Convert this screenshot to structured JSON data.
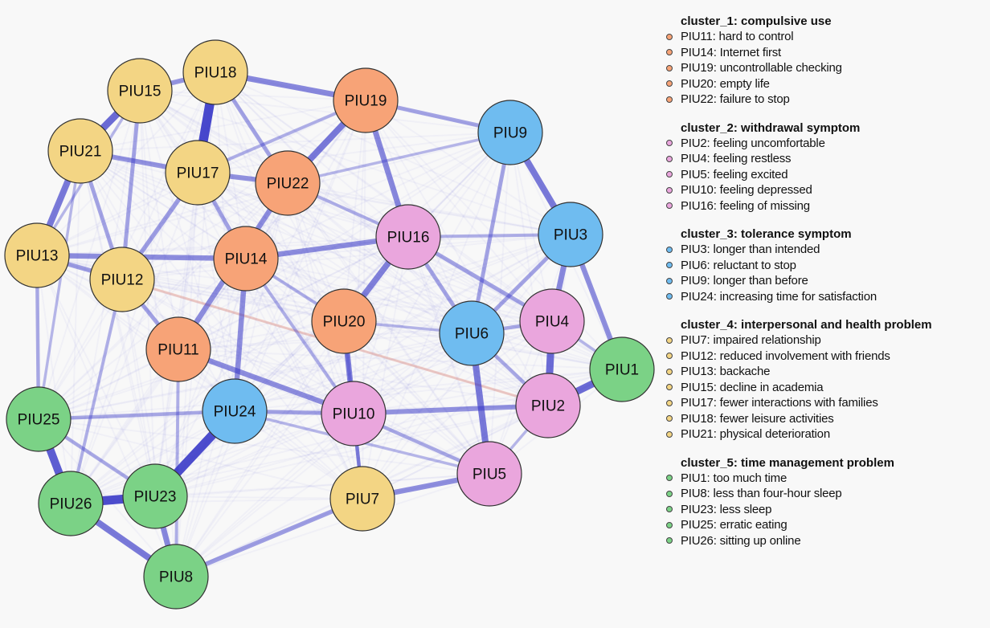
{
  "title": "Problematic Internet Use symptom network",
  "colors": {
    "cluster_1": "#f7a377",
    "cluster_2": "#eaa6dd",
    "cluster_3": "#6fbcf0",
    "cluster_4": "#f3d584",
    "cluster_5": "#7bd286",
    "positive_edge": "#3a3ac8",
    "negative_edge": "#e8a090",
    "node_border": "#333333"
  },
  "legend": [
    {
      "key": "cluster_1",
      "title": "cluster_1: compulsive use",
      "items": [
        {
          "id": "PIU11",
          "label": "PIU11: hard to control"
        },
        {
          "id": "PIU14",
          "label": "PIU14: Internet first"
        },
        {
          "id": "PIU19",
          "label": "PIU19: uncontrollable checking"
        },
        {
          "id": "PIU20",
          "label": "PIU20: empty life"
        },
        {
          "id": "PIU22",
          "label": "PIU22: failure to stop"
        }
      ]
    },
    {
      "key": "cluster_2",
      "title": "cluster_2: withdrawal symptom",
      "items": [
        {
          "id": "PIU2",
          "label": "PIU2: feeling uncomfortable"
        },
        {
          "id": "PIU4",
          "label": "PIU4: feeling restless"
        },
        {
          "id": "PIU5",
          "label": "PIU5: feeling excited"
        },
        {
          "id": "PIU10",
          "label": "PIU10: feeling depressed"
        },
        {
          "id": "PIU16",
          "label": "PIU16: feeling of missing"
        }
      ]
    },
    {
      "key": "cluster_3",
      "title": "cluster_3: tolerance symptom",
      "items": [
        {
          "id": "PIU3",
          "label": "PIU3: longer than intended"
        },
        {
          "id": "PIU6",
          "label": "PIU6: reluctant to stop"
        },
        {
          "id": "PIU9",
          "label": "PIU9: longer than before"
        },
        {
          "id": "PIU24",
          "label": "PIU24: increasing time for satisfaction"
        }
      ]
    },
    {
      "key": "cluster_4",
      "title": "cluster_4: interpersonal and health problem",
      "items": [
        {
          "id": "PIU7",
          "label": "PIU7: impaired relationship"
        },
        {
          "id": "PIU12",
          "label": "PIU12: reduced involvement with friends"
        },
        {
          "id": "PIU13",
          "label": "PIU13: backache"
        },
        {
          "id": "PIU15",
          "label": "PIU15: decline in academia"
        },
        {
          "id": "PIU17",
          "label": "PIU17: fewer interactions with families"
        },
        {
          "id": "PIU18",
          "label": "PIU18: fewer leisure activities"
        },
        {
          "id": "PIU21",
          "label": "PIU21: physical deterioration"
        }
      ]
    },
    {
      "key": "cluster_5",
      "title": "cluster_5: time management problem",
      "items": [
        {
          "id": "PIU1",
          "label": "PIU1: too much time"
        },
        {
          "id": "PIU8",
          "label": "PIU8: less than four-hour sleep"
        },
        {
          "id": "PIU23",
          "label": "PIU23: less sleep"
        },
        {
          "id": "PIU25",
          "label": "PIU25: erratic eating"
        },
        {
          "id": "PIU26",
          "label": "PIU26: sitting up online"
        }
      ]
    }
  ],
  "nodes": [
    {
      "id": "PIU18",
      "cluster": "cluster_4"
    },
    {
      "id": "PIU15",
      "cluster": "cluster_4"
    },
    {
      "id": "PIU21",
      "cluster": "cluster_4"
    },
    {
      "id": "PIU17",
      "cluster": "cluster_4"
    },
    {
      "id": "PIU22",
      "cluster": "cluster_1"
    },
    {
      "id": "PIU19",
      "cluster": "cluster_1"
    },
    {
      "id": "PIU9",
      "cluster": "cluster_3"
    },
    {
      "id": "PIU3",
      "cluster": "cluster_3"
    },
    {
      "id": "PIU16",
      "cluster": "cluster_2"
    },
    {
      "id": "PIU13",
      "cluster": "cluster_4"
    },
    {
      "id": "PIU12",
      "cluster": "cluster_4"
    },
    {
      "id": "PIU14",
      "cluster": "cluster_1"
    },
    {
      "id": "PIU20",
      "cluster": "cluster_1"
    },
    {
      "id": "PIU6",
      "cluster": "cluster_3"
    },
    {
      "id": "PIU4",
      "cluster": "cluster_2"
    },
    {
      "id": "PIU1",
      "cluster": "cluster_5"
    },
    {
      "id": "PIU2",
      "cluster": "cluster_2"
    },
    {
      "id": "PIU11",
      "cluster": "cluster_1"
    },
    {
      "id": "PIU24",
      "cluster": "cluster_3"
    },
    {
      "id": "PIU10",
      "cluster": "cluster_2"
    },
    {
      "id": "PIU25",
      "cluster": "cluster_5"
    },
    {
      "id": "PIU26",
      "cluster": "cluster_5"
    },
    {
      "id": "PIU23",
      "cluster": "cluster_5"
    },
    {
      "id": "PIU7",
      "cluster": "cluster_4"
    },
    {
      "id": "PIU5",
      "cluster": "cluster_2"
    },
    {
      "id": "PIU8",
      "cluster": "cluster_5"
    }
  ],
  "edges": [
    {
      "from": "PIU18",
      "to": "PIU17",
      "weight": 0.95
    },
    {
      "from": "PIU24",
      "to": "PIU23",
      "weight": 0.9
    },
    {
      "from": "PIU26",
      "to": "PIU23",
      "weight": 0.9
    },
    {
      "from": "PIU25",
      "to": "PIU26",
      "weight": 0.8
    },
    {
      "from": "PIU15",
      "to": "PIU21",
      "weight": 0.7
    },
    {
      "from": "PIU4",
      "to": "PIU2",
      "weight": 0.7
    },
    {
      "from": "PIU2",
      "to": "PIU1",
      "weight": 0.7
    },
    {
      "from": "PIU21",
      "to": "PIU13",
      "weight": 0.6
    },
    {
      "from": "PIU19",
      "to": "PIU22",
      "weight": 0.6
    },
    {
      "from": "PIU9",
      "to": "PIU3",
      "weight": 0.6
    },
    {
      "from": "PIU6",
      "to": "PIU5",
      "weight": 0.6
    },
    {
      "from": "PIU26",
      "to": "PIU8",
      "weight": 0.6
    },
    {
      "from": "PIU16",
      "to": "PIU20",
      "weight": 0.55
    },
    {
      "from": "PIU18",
      "to": "PIU19",
      "weight": 0.5
    },
    {
      "from": "PIU20",
      "to": "PIU10",
      "weight": 0.5
    },
    {
      "from": "PIU23",
      "to": "PIU8",
      "weight": 0.5
    },
    {
      "from": "PIU19",
      "to": "PIU16",
      "weight": 0.5
    },
    {
      "from": "PIU3",
      "to": "PIU4",
      "weight": 0.5
    },
    {
      "from": "PIU22",
      "to": "PIU11",
      "weight": 0.45
    },
    {
      "from": "PIU14",
      "to": "PIU24",
      "weight": 0.45
    },
    {
      "from": "PIU11",
      "to": "PIU10",
      "weight": 0.45
    },
    {
      "from": "PIU13",
      "to": "PIU14",
      "weight": 0.45
    },
    {
      "from": "PIU14",
      "to": "PIU16",
      "weight": 0.45
    },
    {
      "from": "PIU3",
      "to": "PIU1",
      "weight": 0.45
    },
    {
      "from": "PIU7",
      "to": "PIU5",
      "weight": 0.45
    },
    {
      "from": "PIU21",
      "to": "PIU17",
      "weight": 0.4
    },
    {
      "from": "PIU17",
      "to": "PIU22",
      "weight": 0.4
    },
    {
      "from": "PIU15",
      "to": "PIU18",
      "weight": 0.4
    },
    {
      "from": "PIU10",
      "to": "PIU2",
      "weight": 0.4
    },
    {
      "from": "PIU8",
      "to": "PIU7",
      "weight": 0.35
    },
    {
      "from": "PIU13",
      "to": "PIU12",
      "weight": 0.35
    },
    {
      "from": "PIU12",
      "to": "PIU17",
      "weight": 0.35
    },
    {
      "from": "PIU21",
      "to": "PIU12",
      "weight": 0.3
    },
    {
      "from": "PIU24",
      "to": "PIU10",
      "weight": 0.3
    },
    {
      "from": "PIU3",
      "to": "PIU6",
      "weight": 0.3
    },
    {
      "from": "PIU9",
      "to": "PIU6",
      "weight": 0.3
    },
    {
      "from": "PIU16",
      "to": "PIU6",
      "weight": 0.3
    },
    {
      "from": "PIU16",
      "to": "PIU4",
      "weight": 0.3
    },
    {
      "from": "PIU19",
      "to": "PIU9",
      "weight": 0.3
    },
    {
      "from": "PIU18",
      "to": "PIU22",
      "weight": 0.3
    },
    {
      "from": "PIU15",
      "to": "PIU12",
      "weight": 0.3
    },
    {
      "from": "PIU17",
      "to": "PIU14",
      "weight": 0.3
    },
    {
      "from": "PIU12",
      "to": "PIU11",
      "weight": 0.3
    },
    {
      "from": "PIU13",
      "to": "PIU25",
      "weight": 0.25
    },
    {
      "from": "PIU25",
      "to": "PIU24",
      "weight": 0.25
    },
    {
      "from": "PIU25",
      "to": "PIU23",
      "weight": 0.25
    },
    {
      "from": "PIU10",
      "to": "PIU7",
      "weight": 0.25
    },
    {
      "from": "PIU10",
      "to": "PIU5",
      "weight": 0.25
    },
    {
      "from": "PIU20",
      "to": "PIU7",
      "weight": 0.25
    },
    {
      "from": "PIU6",
      "to": "PIU2",
      "weight": 0.25
    },
    {
      "from": "PIU6",
      "to": "PIU4",
      "weight": 0.25
    },
    {
      "from": "PIU16",
      "to": "PIU3",
      "weight": 0.2
    },
    {
      "from": "PIU22",
      "to": "PIU16",
      "weight": 0.2
    },
    {
      "from": "PIU14",
      "to": "PIU20",
      "weight": 0.2
    },
    {
      "from": "PIU17",
      "to": "PIU19",
      "weight": 0.2
    },
    {
      "from": "PIU12",
      "to": "PIU26",
      "weight": 0.2
    },
    {
      "from": "PIU11",
      "to": "PIU8",
      "weight": 0.2
    },
    {
      "from": "PIU22",
      "to": "PIU9",
      "weight": 0.15
    },
    {
      "from": "PIU14",
      "to": "PIU10",
      "weight": 0.2
    },
    {
      "from": "PIU21",
      "to": "PIU25",
      "weight": 0.15
    },
    {
      "from": "PIU15",
      "to": "PIU13",
      "weight": 0.15
    },
    {
      "from": "PIU20",
      "to": "PIU6",
      "weight": 0.15
    },
    {
      "from": "PIU24",
      "to": "PIU5",
      "weight": 0.15
    },
    {
      "from": "PIU5",
      "to": "PIU2",
      "weight": 0.15
    },
    {
      "from": "PIU4",
      "to": "PIU1",
      "weight": 0.15
    },
    {
      "from": "PIU12",
      "to": "PIU2",
      "weight": -0.1
    }
  ]
}
